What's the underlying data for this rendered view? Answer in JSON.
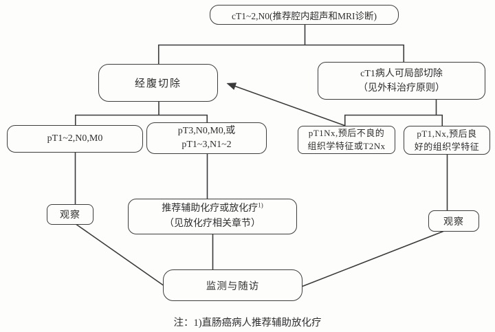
{
  "diagram": {
    "title_node": "cT1~2,N0(推荐腔内超声和MRI诊断)",
    "nodes": {
      "top": {
        "label": "cT1~2,N0(推荐腔内超声和MRI诊断)"
      },
      "abdominal": {
        "label": "经腹切除"
      },
      "local_excision": {
        "line1": "cT1病人可局部切除",
        "line2": "（见外科治疗原则）"
      },
      "pt12": {
        "label": "pT1~2,N0,M0"
      },
      "pt3": {
        "line1": "pT3,N0,M0,或",
        "line2": "pT1~3,N1~2"
      },
      "pt1nx_poor": {
        "line1": "pT1Nx,预后不良的",
        "line2": "组织学特征或T2Nx"
      },
      "pt1_good": {
        "line1": "pT1,Nx,预后良",
        "line2": "好的组织学特征"
      },
      "observe_left": {
        "label": "观察"
      },
      "adjuvant": {
        "line1": "推荐辅助化疗或放化疗",
        "sup": "1)",
        "line2": "（见放化疗相关章节）"
      },
      "observe_right": {
        "label": "观察"
      },
      "surveillance": {
        "label": "监测与随访"
      }
    },
    "footnote": "注：1)直肠癌病人推荐辅助放化疗",
    "colors": {
      "line": "#3a3a3a",
      "box_border": "#3c3c3c",
      "text": "#2e2e2e",
      "background": "#fdfdfc"
    }
  }
}
